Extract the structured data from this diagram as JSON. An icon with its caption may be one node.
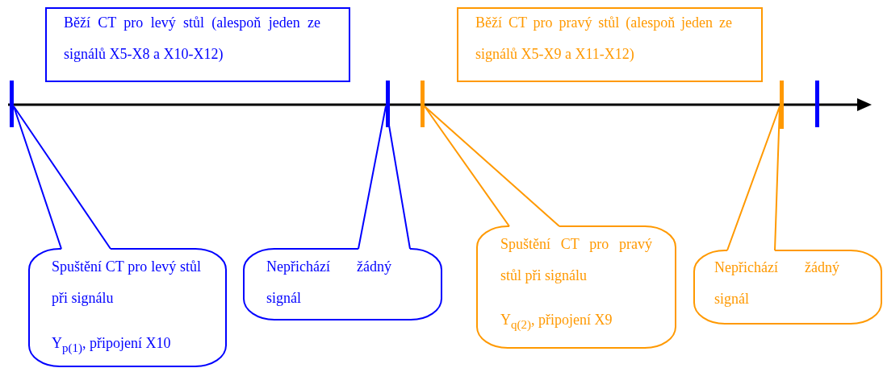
{
  "diagram": {
    "nodes": [
      {
        "text": [
          "Běží CT pro levý stůl (alespoň jeden ze signálů X5-X8 a X10-X12)"
        ]
      },
      {
        "text": [
          "Běží CT pro pravý stůl (alespoň jeden ze signálů X5-X9 a X11-X12)"
        ]
      },
      {
        "text": [],
        "shape": "bar"
      },
      {
        "text": [],
        "shape": "bar"
      },
      {
        "text": [],
        "shape": "bar"
      },
      {
        "text": [],
        "shape": "bar"
      },
      {
        "text": [],
        "shape": "bar"
      },
      {
        "text": [
          "Spuštění CT pro levý stůl při signálu",
          "Y$_{p(1)}$, připojení X10"
        ]
      },
      {
        "text": [
          "Nepřichází žádný signál"
        ]
      },
      {
        "text": [
          "Spuštění CT pro pravý stůl při signálu",
          "Y$_{q(2)}$, připojení X9"
        ]
      },
      {
        "text": [
          "Nepřichází žádný signál"
        ]
      }
    ],
    "edges": [
      {
        "from": 7,
        "to": 2,
        "arrow": "none"
      },
      {
        "from": 8,
        "to": 3,
        "arrow": "none"
      },
      {
        "from": 9,
        "to": 4,
        "arrow": "none",
        "color": "#ff9900"
      },
      {
        "from": 10,
        "to": 5,
        "arrow": "none",
        "color": "#ff9900"
      }
    ]
  }
}
